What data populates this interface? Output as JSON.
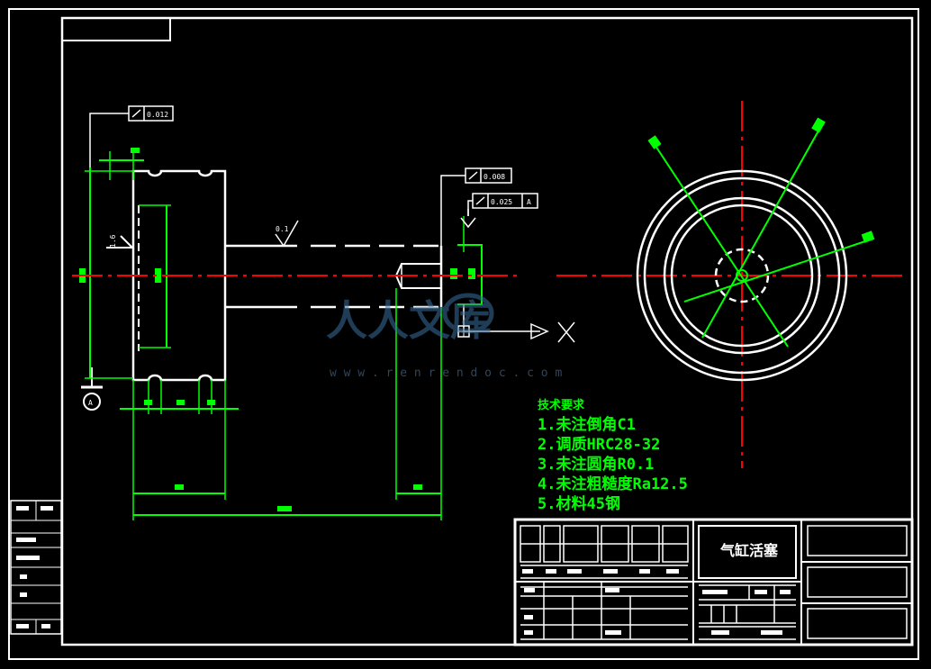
{
  "tolerances": {
    "flatness": "0.012",
    "runout_1": "0.008",
    "runout_2": "0.025",
    "runout_2_datum": "A"
  },
  "surface_finish": {
    "left": "1.6",
    "shaft": "0.1"
  },
  "datum_label": "A",
  "notes": {
    "heading": "技术要求",
    "items": [
      "1.未注倒角C1",
      "2.调质HRC28-32",
      "3.未注圆角R0.1",
      "4.未注粗糙度Ra12.5",
      "5.材料45钢"
    ]
  },
  "title_block": {
    "part_name": "气缸活塞"
  },
  "watermark": {
    "text": "人人文库",
    "url": "w w w . r e n r e n d o c . c o m"
  }
}
